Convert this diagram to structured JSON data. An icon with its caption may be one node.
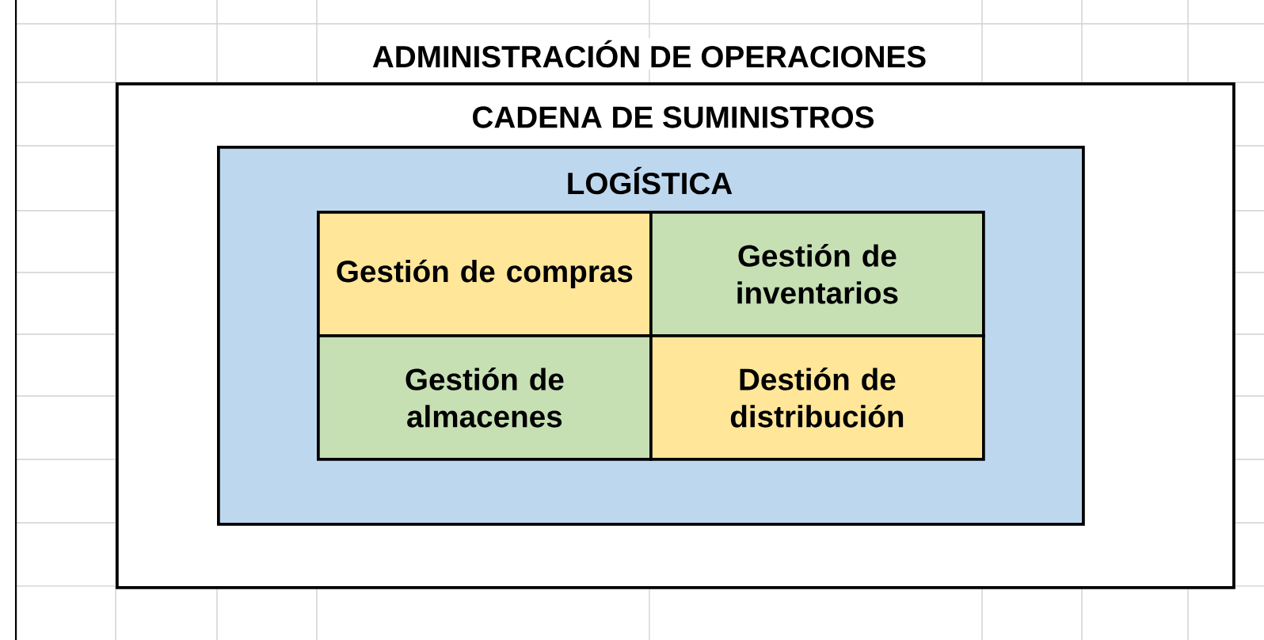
{
  "diagram": {
    "title": "ADMINISTRACIÓN DE OPERACIONES",
    "nodes": [
      {
        "text": [
          "CADENA DE SUMINISTROS"
        ]
      },
      {
        "text": [
          "LOGÍSTICA"
        ],
        "in": 0
      },
      {
        "text": [
          "Gestión de compras"
        ],
        "in": 1
      },
      {
        "text": [
          "Gestión de inventarios"
        ],
        "in": 1
      },
      {
        "text": [
          "Gestión de almacenes"
        ],
        "in": 1
      },
      {
        "text": [
          "Destión de distribución"
        ],
        "in": 1
      }
    ]
  }
}
